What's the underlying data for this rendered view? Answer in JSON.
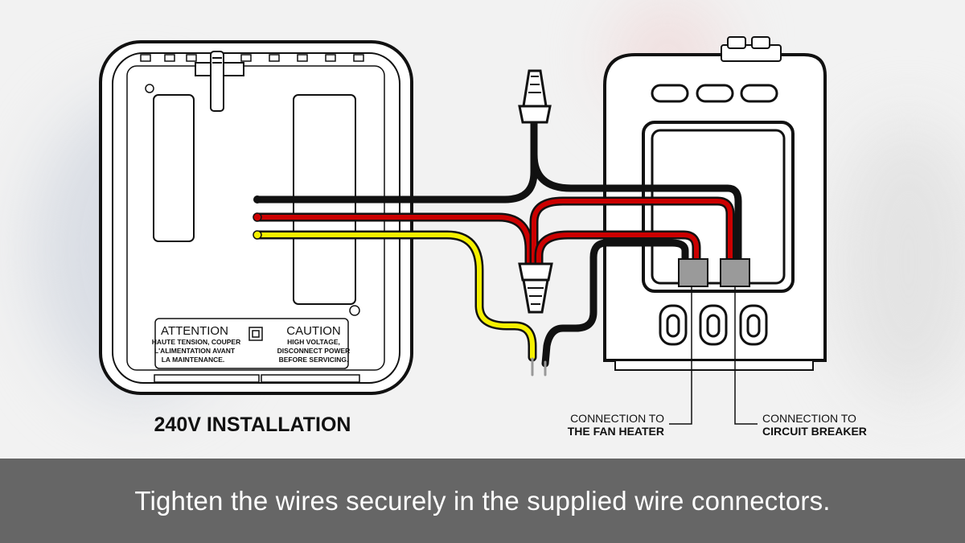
{
  "diagram": {
    "thermostat_label": "240V INSTALLATION",
    "warning_left": {
      "heading": "ATTENTION",
      "lines": [
        "HAUTE TENSION, COUPER",
        "L'ALIMENTATION AVANT",
        "LA MAINTENANCE."
      ]
    },
    "warning_right": {
      "heading": "CAUTION",
      "lines": [
        "HIGH VOLTAGE,",
        "DISCONNECT POWER",
        "BEFORE SERVICING."
      ]
    },
    "callouts": [
      {
        "line1": "CONNECTION TO",
        "line2": "THE FAN HEATER"
      },
      {
        "line1": "CONNECTION TO",
        "line2": "CIRCUIT BREAKER"
      }
    ],
    "wire_colors": {
      "black": "#111111",
      "red": "#cc0000",
      "yellow": "#f5f000"
    }
  },
  "caption": "Tighten the wires securely in the supplied wire connectors."
}
